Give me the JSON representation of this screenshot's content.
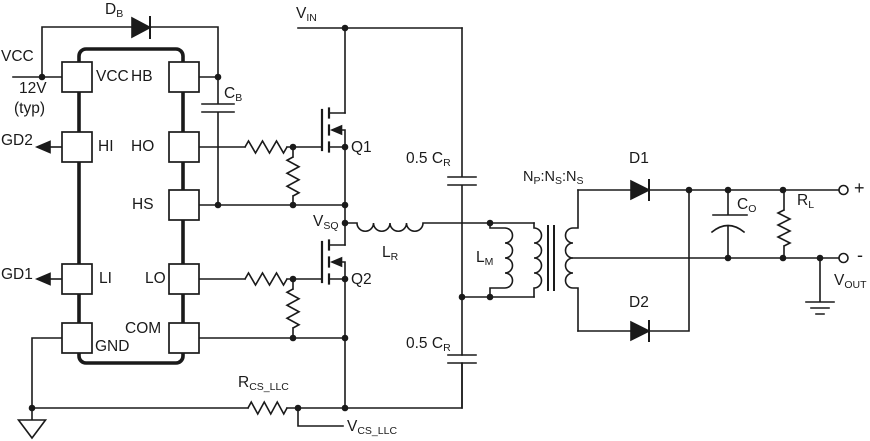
{
  "left_rail": {
    "supply_name": "VCC",
    "supply_voltage": "12V",
    "supply_note": "(typ)",
    "gate_drive_2": "GD2",
    "gate_drive_1": "GD1"
  },
  "ic": {
    "pins": {
      "vcc": "VCC",
      "hb": "HB",
      "hi": "HI",
      "ho": "HO",
      "hs": "HS",
      "li": "LI",
      "lo": "LO",
      "com": "COM",
      "gnd": "GND"
    }
  },
  "components": {
    "bootstrap_diode": {
      "base": "D",
      "sub": "B"
    },
    "bootstrap_cap": {
      "base": "C",
      "sub": "B"
    },
    "q1": "Q1",
    "q2": "Q2",
    "resonant_cap_top": {
      "base": "0.5 C",
      "sub": "R"
    },
    "resonant_cap_bottom": {
      "base": "0.5 C",
      "sub": "R"
    },
    "resonant_inductor": {
      "base": "L",
      "sub": "R"
    },
    "magnetizing_inductor": {
      "base": "L",
      "sub": "M"
    },
    "rectifier_diode_1": "D1",
    "rectifier_diode_2": "D2",
    "output_cap": {
      "base": "C",
      "sub": "O"
    },
    "load_resistor": {
      "base": "R",
      "sub": "L"
    },
    "current_sense_resistor": {
      "base": "R",
      "sub": "CS_LLC"
    }
  },
  "nodes": {
    "vin": {
      "base": "V",
      "sub": "IN"
    },
    "vsq": {
      "base": "V",
      "sub": "SQ"
    },
    "vout": {
      "base": "V",
      "sub": "OUT"
    },
    "vcs": {
      "base": "V",
      "sub": "CS_LLC"
    },
    "plus": "+",
    "minus": "-"
  },
  "transformer": {
    "ratio": [
      "N",
      "P",
      ":N",
      "S",
      ":N",
      "S"
    ]
  },
  "colors": {
    "line": "#1a1a1a",
    "background": "#ffffff"
  }
}
